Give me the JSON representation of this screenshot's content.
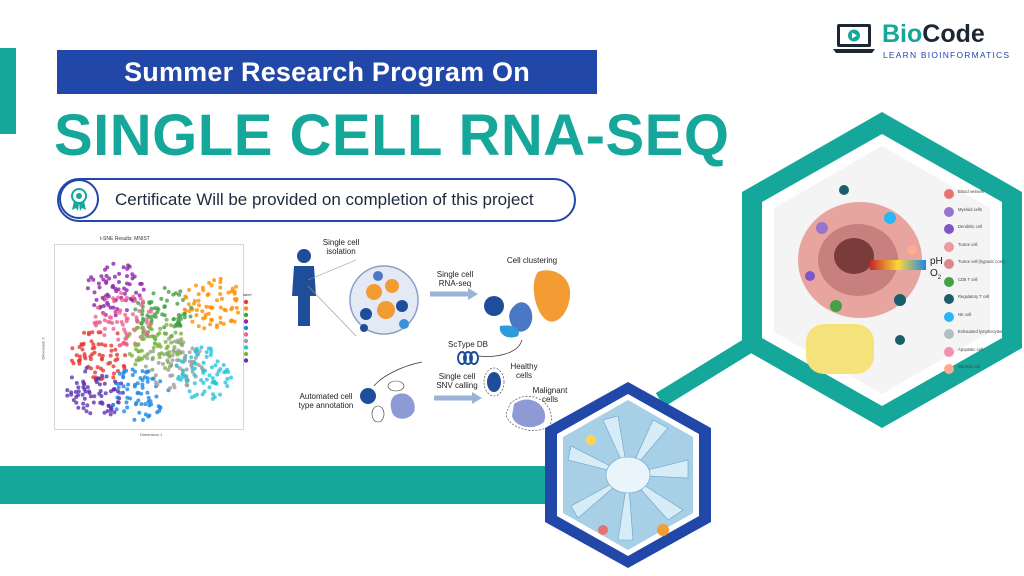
{
  "header": {
    "subtitle": "Summer Research Program On",
    "title": "SINGLE CELL RNA-SEQ",
    "certificate_text": "Certificate Will be provided on completion of this project"
  },
  "logo": {
    "brand_part1": "Bio",
    "brand_part2": "Code",
    "tagline": "LEARN BIOINFORMATICS",
    "icon": "laptop-play-icon"
  },
  "tsne": {
    "title": "t-SNE Results: MNIST",
    "xlabel": "Dimension 1",
    "ylabel": "Dimension 2",
    "legend_title": "label",
    "legend_colors": [
      "#e53935",
      "#ff8f00",
      "#43a047",
      "#8e24aa",
      "#1e88e5",
      "#f06292",
      "#9e9e9e",
      "#26c6da",
      "#7cb342",
      "#5e35b1"
    ]
  },
  "workflow": {
    "step1": "Single cell\nisolation",
    "step2": "Single cell\nRNA-seq",
    "step3": "Cell clustering",
    "step4": "ScType DB",
    "step5": "Automated cell\ntype annotation",
    "step6": "Single cell\nSNV calling",
    "step7": "Healthy\ncells",
    "step8": "Malignant\ncells"
  },
  "tumor_legend": [
    {
      "label": "Blood vessels",
      "color": "#e57373"
    },
    {
      "label": "Myeloid cells",
      "color": "#9575cd"
    },
    {
      "label": "Dendritic cell",
      "color": "#7e57c2"
    },
    {
      "label": "Tumor cell",
      "color": "#ef9a9a"
    },
    {
      "label": "Tumor cell (hypoxic core)",
      "color": "#d98a8a"
    },
    {
      "label": "CD8 T cell",
      "color": "#43a047"
    },
    {
      "label": "Regulatory T cell",
      "color": "#1b5e6b"
    },
    {
      "label": "NK cell",
      "color": "#29b6f6"
    },
    {
      "label": "Exhausted lymphocytes",
      "color": "#b0bec5"
    },
    {
      "label": "Apoptotic cell",
      "color": "#f48fb1"
    },
    {
      "label": "Stromal cell",
      "color": "#ffab91"
    }
  ],
  "tumor_labels": {
    "ph": "pH",
    "o2": "O",
    "o2_sub": "2"
  },
  "colors": {
    "teal": "#14a79a",
    "blue": "#2148a8"
  }
}
